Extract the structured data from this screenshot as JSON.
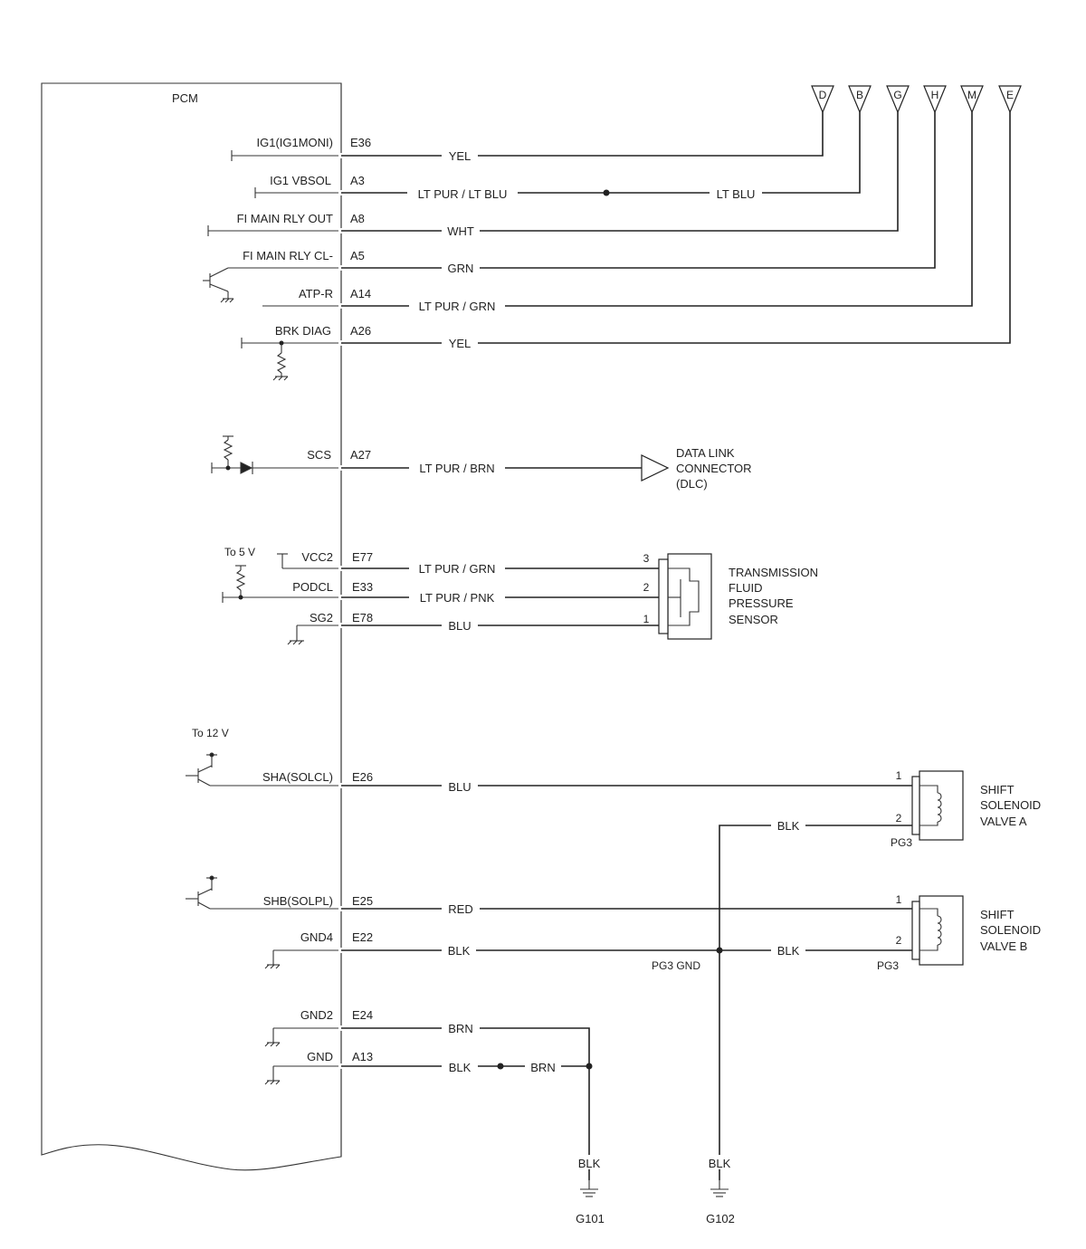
{
  "pcm_label": "PCM",
  "pins": [
    {
      "name": "IG1(IG1MONI)",
      "pin": "E36",
      "wire": "YEL"
    },
    {
      "name": "IG1 VBSOL",
      "pin": "A3",
      "wire": "LT PUR / LT BLU",
      "wire2": "LT BLU"
    },
    {
      "name": "FI MAIN RLY OUT",
      "pin": "A8",
      "wire": "WHT"
    },
    {
      "name": "FI MAIN RLY CL-",
      "pin": "A5",
      "wire": "GRN"
    },
    {
      "name": "ATP-R",
      "pin": "A14",
      "wire": "LT PUR / GRN"
    },
    {
      "name": "BRK DIAG",
      "pin": "A26",
      "wire": "YEL"
    },
    {
      "name": "SCS",
      "pin": "A27",
      "wire": "LT PUR / BRN"
    },
    {
      "name": "VCC2",
      "pin": "E77",
      "wire": "LT PUR / GRN",
      "term": "3"
    },
    {
      "name": "PODCL",
      "pin": "E33",
      "wire": "LT PUR / PNK",
      "term": "2"
    },
    {
      "name": "SG2",
      "pin": "E78",
      "wire": "BLU",
      "term": "1"
    },
    {
      "name": "SHA(SOLCL)",
      "pin": "E26",
      "wire": "BLU",
      "term": "1"
    },
    {
      "name": "SHB(SOLPL)",
      "pin": "E25",
      "wire": "RED",
      "term": "1"
    },
    {
      "name": "GND4",
      "pin": "E22",
      "wire": "BLK",
      "wire2": "BLK",
      "term": "2"
    },
    {
      "name": "GND2",
      "pin": "E24",
      "wire": "BRN"
    },
    {
      "name": "GND",
      "pin": "A13",
      "wire": "BLK",
      "wire2": "BRN"
    }
  ],
  "connectors": [
    "D",
    "B",
    "G",
    "H",
    "M",
    "E"
  ],
  "dlc": {
    "line1": "DATA LINK",
    "line2": "CONNECTOR",
    "line3": "(DLC)"
  },
  "tfp_sensor": {
    "line1": "TRANSMISSION",
    "line2": "FLUID",
    "line3": "PRESSURE",
    "line4": "SENSOR"
  },
  "shift_a": {
    "line1": "SHIFT",
    "line2": "SOLENOID",
    "line3": "VALVE A",
    "term2": "2",
    "wire_ret": "BLK",
    "conn": "PG3"
  },
  "shift_b": {
    "line1": "SHIFT",
    "line2": "SOLENOID",
    "line3": "VALVE B",
    "conn": "PG3"
  },
  "to_5v": "To 5 V",
  "to_12v": "To 12 V",
  "pg3_gnd": "PG3 GND",
  "grounds": [
    {
      "wire": "BLK",
      "name": "G101"
    },
    {
      "wire": "BLK",
      "name": "G102"
    }
  ]
}
